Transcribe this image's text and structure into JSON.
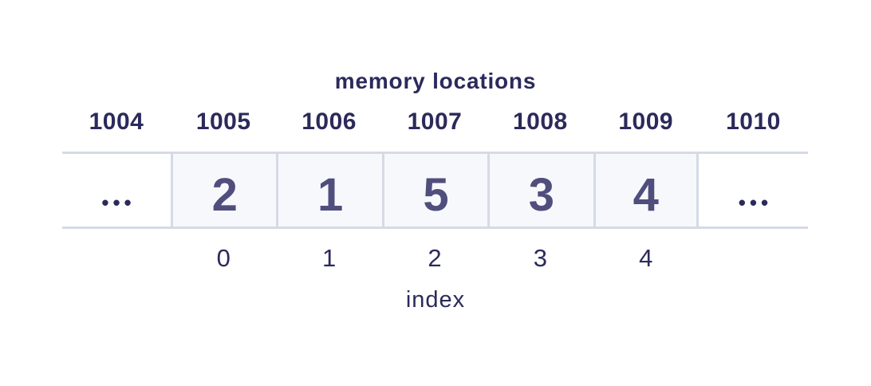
{
  "title": "memory locations",
  "memory_addresses": [
    "1004",
    "1005",
    "1006",
    "1007",
    "1008",
    "1009",
    "1010"
  ],
  "array": {
    "values": [
      "2",
      "1",
      "5",
      "3",
      "4"
    ],
    "indices": [
      "0",
      "1",
      "2",
      "3",
      "4"
    ],
    "ellipsis": "•••"
  },
  "index_label": "index",
  "colors": {
    "text_navy": "#2b2a5b",
    "cell_value_text": "#4f4e7c",
    "cell_background": "#f7f8fc",
    "line": "#d5dae6",
    "background": "#ffffff"
  }
}
